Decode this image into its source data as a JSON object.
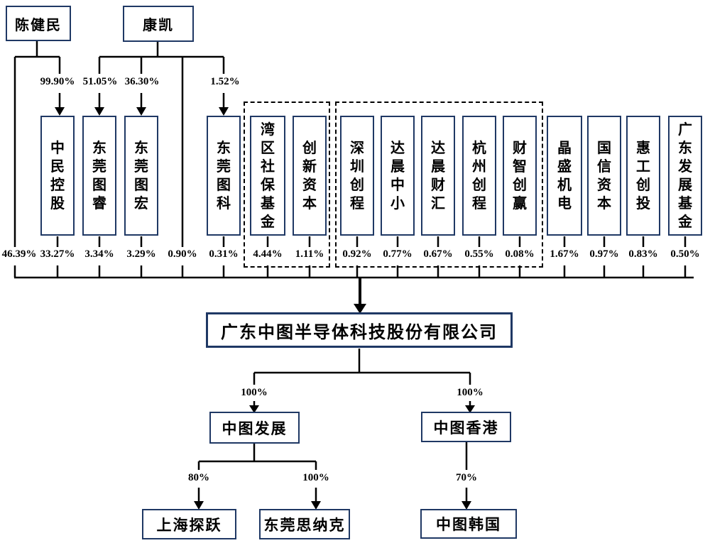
{
  "colors": {
    "box_border": "#1f3864",
    "line": "#000000",
    "text": "#000000",
    "background": "#ffffff"
  },
  "persons": [
    {
      "name": "陈健民"
    },
    {
      "name": "康凯"
    }
  ],
  "columns": [
    {
      "name": "",
      "percent": "46.39%"
    },
    {
      "name": "中民控股",
      "percent": "33.27%",
      "upper_percent": "99.90%"
    },
    {
      "name": "东莞图睿",
      "percent": "3.34%",
      "upper_percent": "51.05%"
    },
    {
      "name": "东莞图宏",
      "percent": "3.29%",
      "upper_percent": "36.30%"
    },
    {
      "name": "",
      "percent": "0.90%"
    },
    {
      "name": "东莞图科",
      "percent": "0.31%",
      "upper_percent": "1.52%"
    },
    {
      "name": "湾区社保基金",
      "percent": "4.44%"
    },
    {
      "name": "创新资本",
      "percent": "1.11%"
    },
    {
      "name": "深圳创程",
      "percent": "0.92%"
    },
    {
      "name": "达晨中小",
      "percent": "0.77%"
    },
    {
      "name": "达晨财汇",
      "percent": "0.67%"
    },
    {
      "name": "杭州创程",
      "percent": "0.55%"
    },
    {
      "name": "财智创赢",
      "percent": "0.08%"
    },
    {
      "name": "晶盛机电",
      "percent": "1.67%"
    },
    {
      "name": "国信资本",
      "percent": "0.97%"
    },
    {
      "name": "惠工创投",
      "percent": "0.83%"
    },
    {
      "name": "广东发展基金",
      "percent": "0.50%"
    }
  ],
  "groups": [
    {
      "members": [
        "湾区社保基金",
        "创新资本"
      ]
    },
    {
      "members": [
        "深圳创程",
        "达晨中小",
        "达晨财汇",
        "杭州创程",
        "财智创赢"
      ]
    }
  ],
  "company": {
    "name": "广东中图半导体科技股份有限公司"
  },
  "subsidiaries": [
    {
      "name": "中图发展",
      "percent": "100%",
      "parent": "广东中图半导体科技股份有限公司"
    },
    {
      "name": "中图香港",
      "percent": "100%",
      "parent": "广东中图半导体科技股份有限公司"
    },
    {
      "name": "上海探跃",
      "percent": "80%",
      "parent": "中图发展"
    },
    {
      "name": "东莞思纳克",
      "percent": "100%",
      "parent": "中图发展"
    },
    {
      "name": "中图韩国",
      "percent": "70%",
      "parent": "中图香港"
    }
  ]
}
